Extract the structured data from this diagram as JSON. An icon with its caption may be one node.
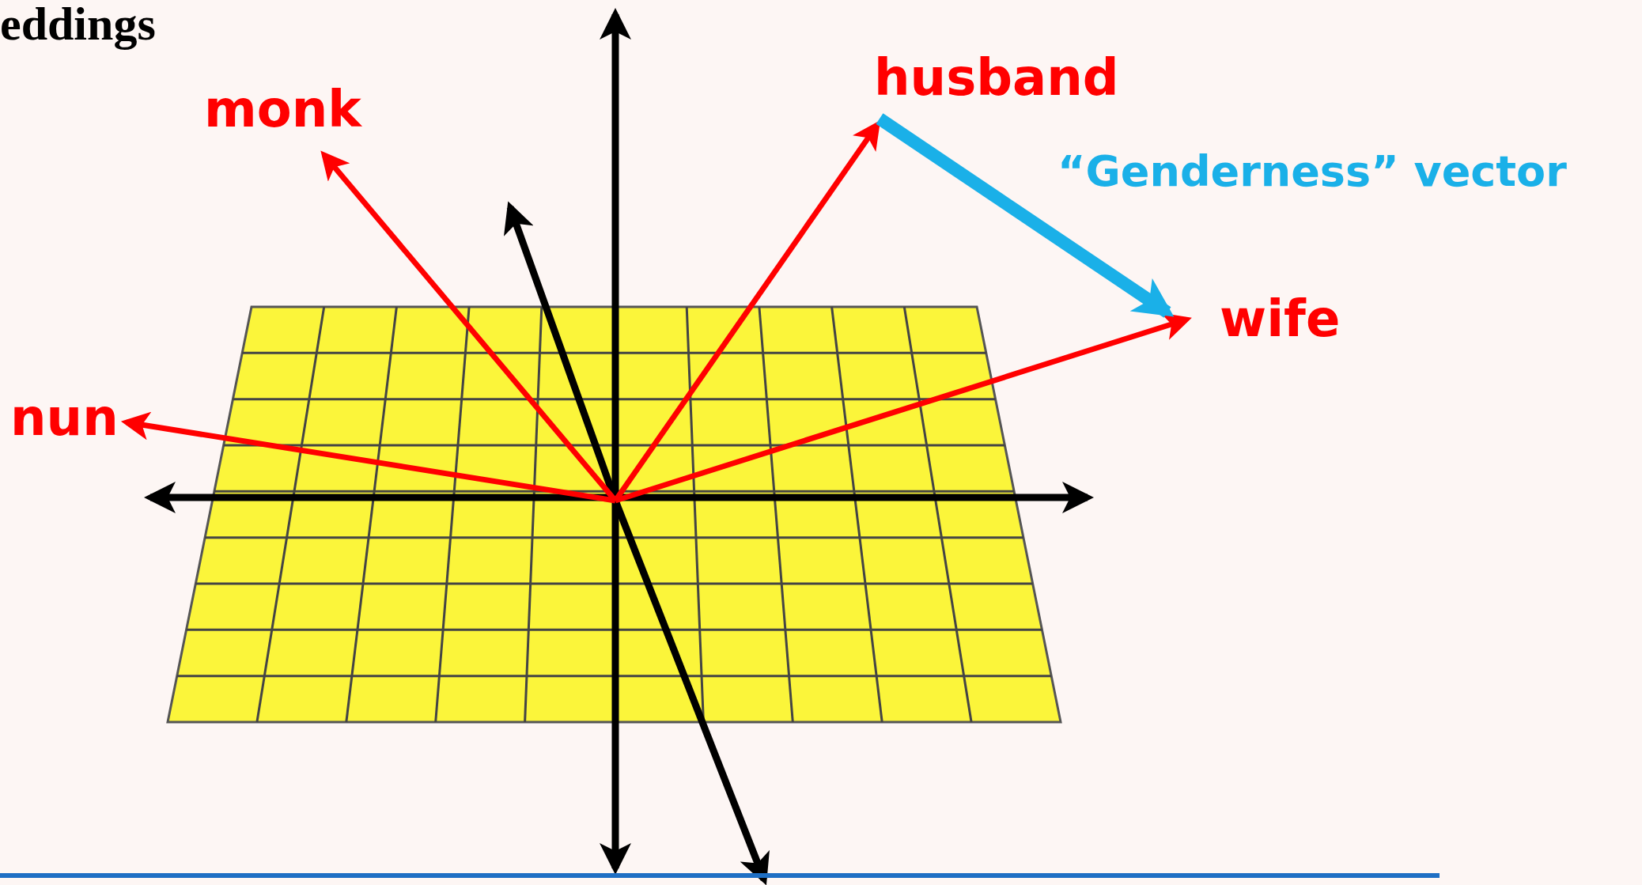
{
  "diagram": {
    "title": "eddings",
    "nodes": [
      {
        "text": [
          "monk"
        ]
      },
      {
        "text": [
          "husband"
        ]
      },
      {
        "text": [
          "nun"
        ]
      },
      {
        "text": [
          "wife"
        ]
      }
    ],
    "edges": [
      {
        "from": null,
        "to": 0,
        "arrow": "to"
      },
      {
        "from": null,
        "to": 1,
        "arrow": "to"
      },
      {
        "from": null,
        "to": 2,
        "arrow": "to"
      },
      {
        "from": null,
        "to": 3,
        "arrow": "to"
      },
      {
        "from": 1,
        "to": 3,
        "arrow": "to",
        "label": "“Genderness” vector",
        "style": "thick",
        "color": "#1ab0e8"
      }
    ]
  }
}
